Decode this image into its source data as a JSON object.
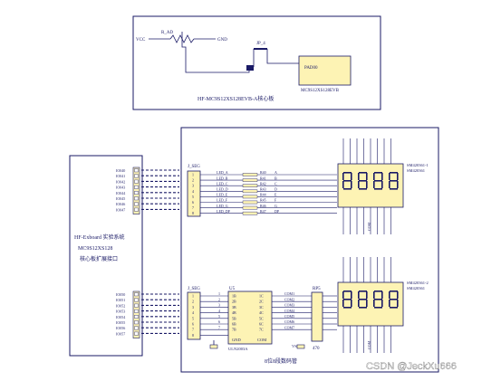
{
  "top_block": {
    "vcc": "VCC",
    "resistor": "R_AD",
    "gnd": "GND",
    "jumper": "JP_4",
    "pad": "PAD00",
    "chip_label": "MC9S12XS128EVB",
    "caption": "HF-MC9S12XS128EVB-A核心板"
  },
  "left_block": {
    "line1": "HF-Exboard 实验系统",
    "line2": "MC9S12XS128",
    "line3": "核心板扩展接口",
    "port_labels": [
      "IO040",
      "IO041",
      "IO042",
      "IO043",
      "IO044",
      "IO045",
      "IO046",
      "IO047"
    ],
    "port_labels_b": [
      "IO050",
      "IO051",
      "IO052",
      "IO053",
      "IO054",
      "IO055",
      "IO056",
      "IO057"
    ]
  },
  "right_block": {
    "conn_top": "J_SEG",
    "conn_bot": "J_SEG",
    "pins": [
      "1",
      "2",
      "3",
      "4",
      "5",
      "6",
      "7",
      "8"
    ],
    "seg_nets": [
      "LED_A",
      "LED_B",
      "LED_C",
      "LED_D",
      "LED_E",
      "LED_F",
      "LED_G",
      "LED_DP"
    ],
    "res_refs": [
      "R40",
      "R41",
      "R42",
      "R43",
      "R44",
      "R45",
      "R46",
      "R47"
    ],
    "seg_letters": [
      "A",
      "B",
      "C",
      "D",
      "E",
      "F",
      "G",
      "DP"
    ],
    "chip_ref": "U5",
    "chip_part": "ULN2003A",
    "chip_in": [
      "1B",
      "2B",
      "3B",
      "4B",
      "5B",
      "6B",
      "7B"
    ],
    "chip_out": [
      "1C",
      "2C",
      "3C",
      "4C",
      "5C",
      "6C",
      "7C"
    ],
    "com_nets": [
      "COM1",
      "COM2",
      "COM3",
      "COM4",
      "COM5",
      "COM6",
      "COM7"
    ],
    "chip_gnd": "GND",
    "chip_com": "COM",
    "rp_ref": "RP5",
    "rp_value": "470",
    "vs_ref": "VS",
    "display1_a": "SM420361-1",
    "display1_b": "SM420361",
    "display2_a": "SM420361-2",
    "display2_b": "SM420361",
    "com_tag": "COM",
    "caption": "8位8段数码管"
  },
  "watermark": "CSDN @JeckXu666"
}
